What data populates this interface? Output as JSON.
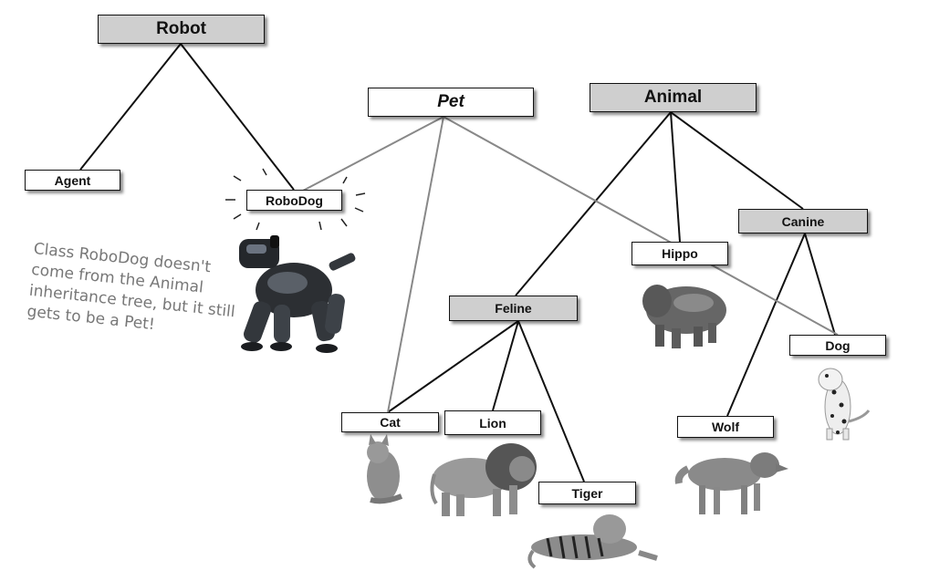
{
  "colors": {
    "abstract_fill": "#cfcfcf",
    "concrete_fill": "#ffffff",
    "inherit_line": "#111111",
    "interface_line": "#888888",
    "note_text": "#777777"
  },
  "nodes": {
    "robot": "Robot",
    "pet": "Pet",
    "animal": "Animal",
    "agent": "Agent",
    "robodog": "RoboDog",
    "canine": "Canine",
    "hippo": "Hippo",
    "feline": "Feline",
    "dog": "Dog",
    "cat": "Cat",
    "lion": "Lion",
    "wolf": "Wolf",
    "tiger": "Tiger"
  },
  "annotation": {
    "lines": [
      "Class RoboDog doesn't",
      "come from the Animal",
      "inheritance tree, but it still",
      "gets to be a Pet!"
    ]
  },
  "images": [
    "robot-dog",
    "hippo",
    "cat",
    "lion",
    "tiger",
    "wolf",
    "dalmatian-dog"
  ]
}
